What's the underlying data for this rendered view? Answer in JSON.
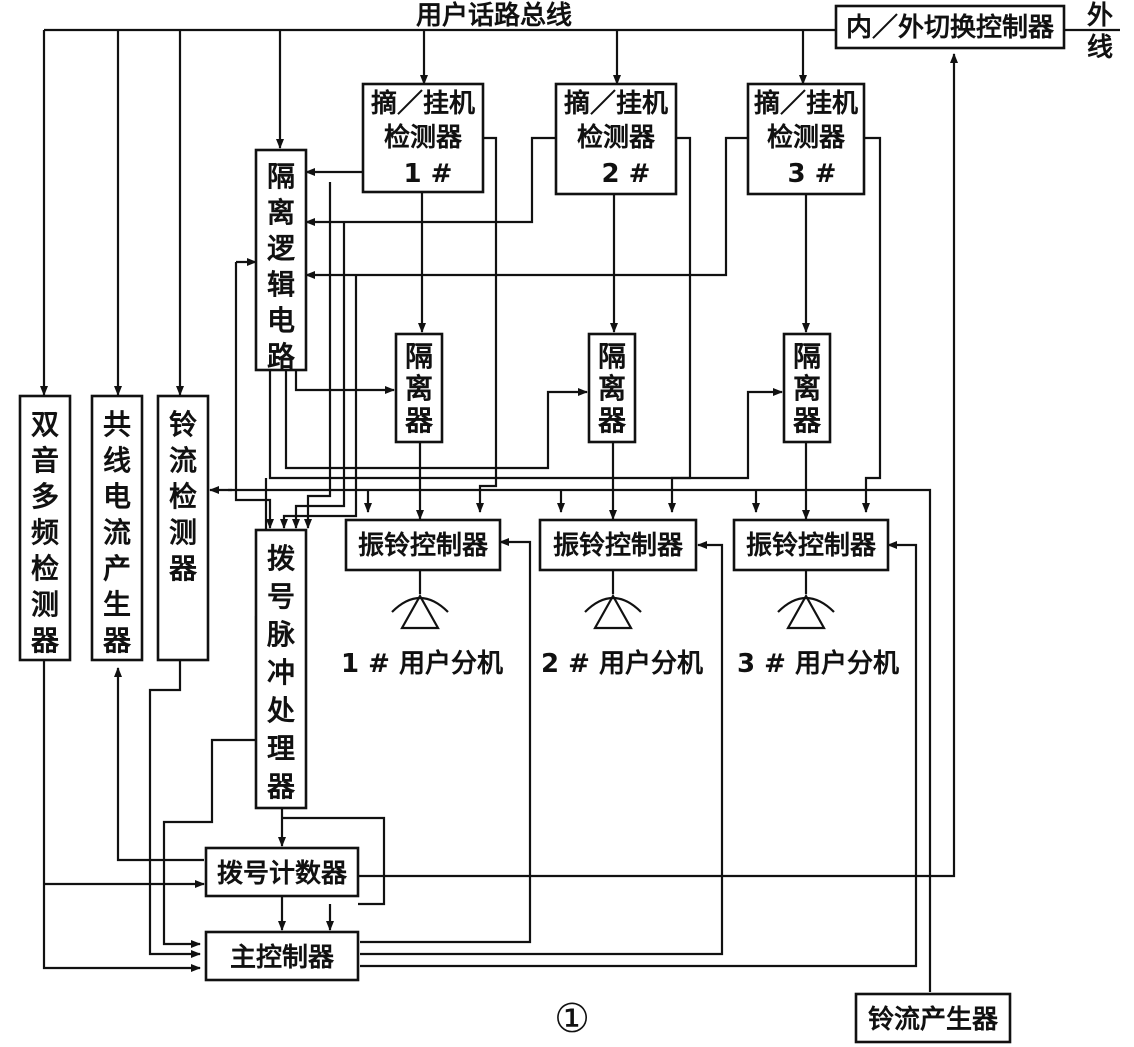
{
  "bus_label": "用户话路总线",
  "outer_line_label": "外\n线",
  "figure_number": "①",
  "blocks": {
    "switch_controller": "内／外切换控制器",
    "dtmf_detector": "双音多频检测器",
    "common_line_current_gen": "共线电流产生器",
    "ring_current_detector": "铃流检测器",
    "isolation_logic": "隔离逻辑电路",
    "dial_pulse_processor": "拨号脉冲处理器",
    "dial_counter": "拨号计数器",
    "main_controller": "主控制器",
    "ring_current_gen": "铃流产生器"
  },
  "extensions": [
    {
      "hook_detector": "摘／挂机\n检测器",
      "hook_num": "1 #",
      "isolator": "隔离器",
      "ring_ctrl": "振铃控制器",
      "phone_label": "1 # 用户分机"
    },
    {
      "hook_detector": "摘／挂机\n检测器",
      "hook_num": "2 #",
      "isolator": "隔离器",
      "ring_ctrl": "振铃控制器",
      "phone_label": "2 # 用户分机"
    },
    {
      "hook_detector": "摘／挂机\n检测器",
      "hook_num": "3 #",
      "isolator": "隔离器",
      "ring_ctrl": "振铃控制器",
      "phone_label": "3 # 用户分机"
    }
  ]
}
